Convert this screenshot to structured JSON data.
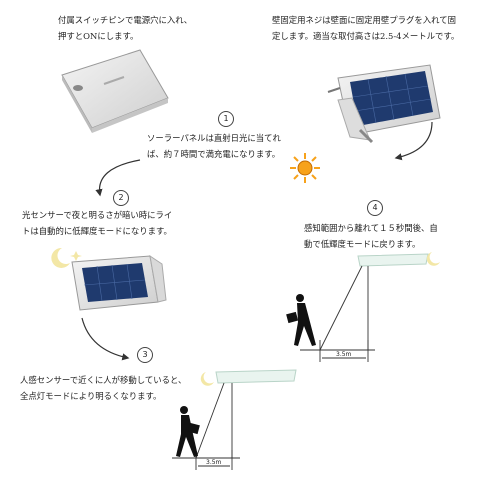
{
  "steps": [
    {
      "number": "1",
      "text": "ソーラーパネルは直射日光に当てれ\nば、約７時間で満充電になります。"
    },
    {
      "number": "2",
      "text": "光センサーで夜と明るさが暗い時にライ\nトは自動的に低輝度モードになります。"
    },
    {
      "number": "3",
      "text": "人感センサーで近くに人が移動していると、\n全点灯モードにより明るくなります。"
    },
    {
      "number": "4",
      "text": "感知範囲から離れて１５秒間後、自\n動で低輝度モードに戻ります。"
    }
  ],
  "notes": {
    "switch_pin": "付属スイッチピンで電源穴に入れ、\n押すとONにします。",
    "mounting": "壁固定用ネジは壁面に固定用壁プラグを入れて固\n定します。適当な取付高さは2.5-4メートルです。"
  },
  "distances": {
    "step3": "3.5m",
    "step4": "3.5m"
  },
  "colors": {
    "accent_sun": "#f7a21b",
    "moon": "#f3e7a6",
    "panel": "#1f3a6e",
    "line": "#333333"
  }
}
